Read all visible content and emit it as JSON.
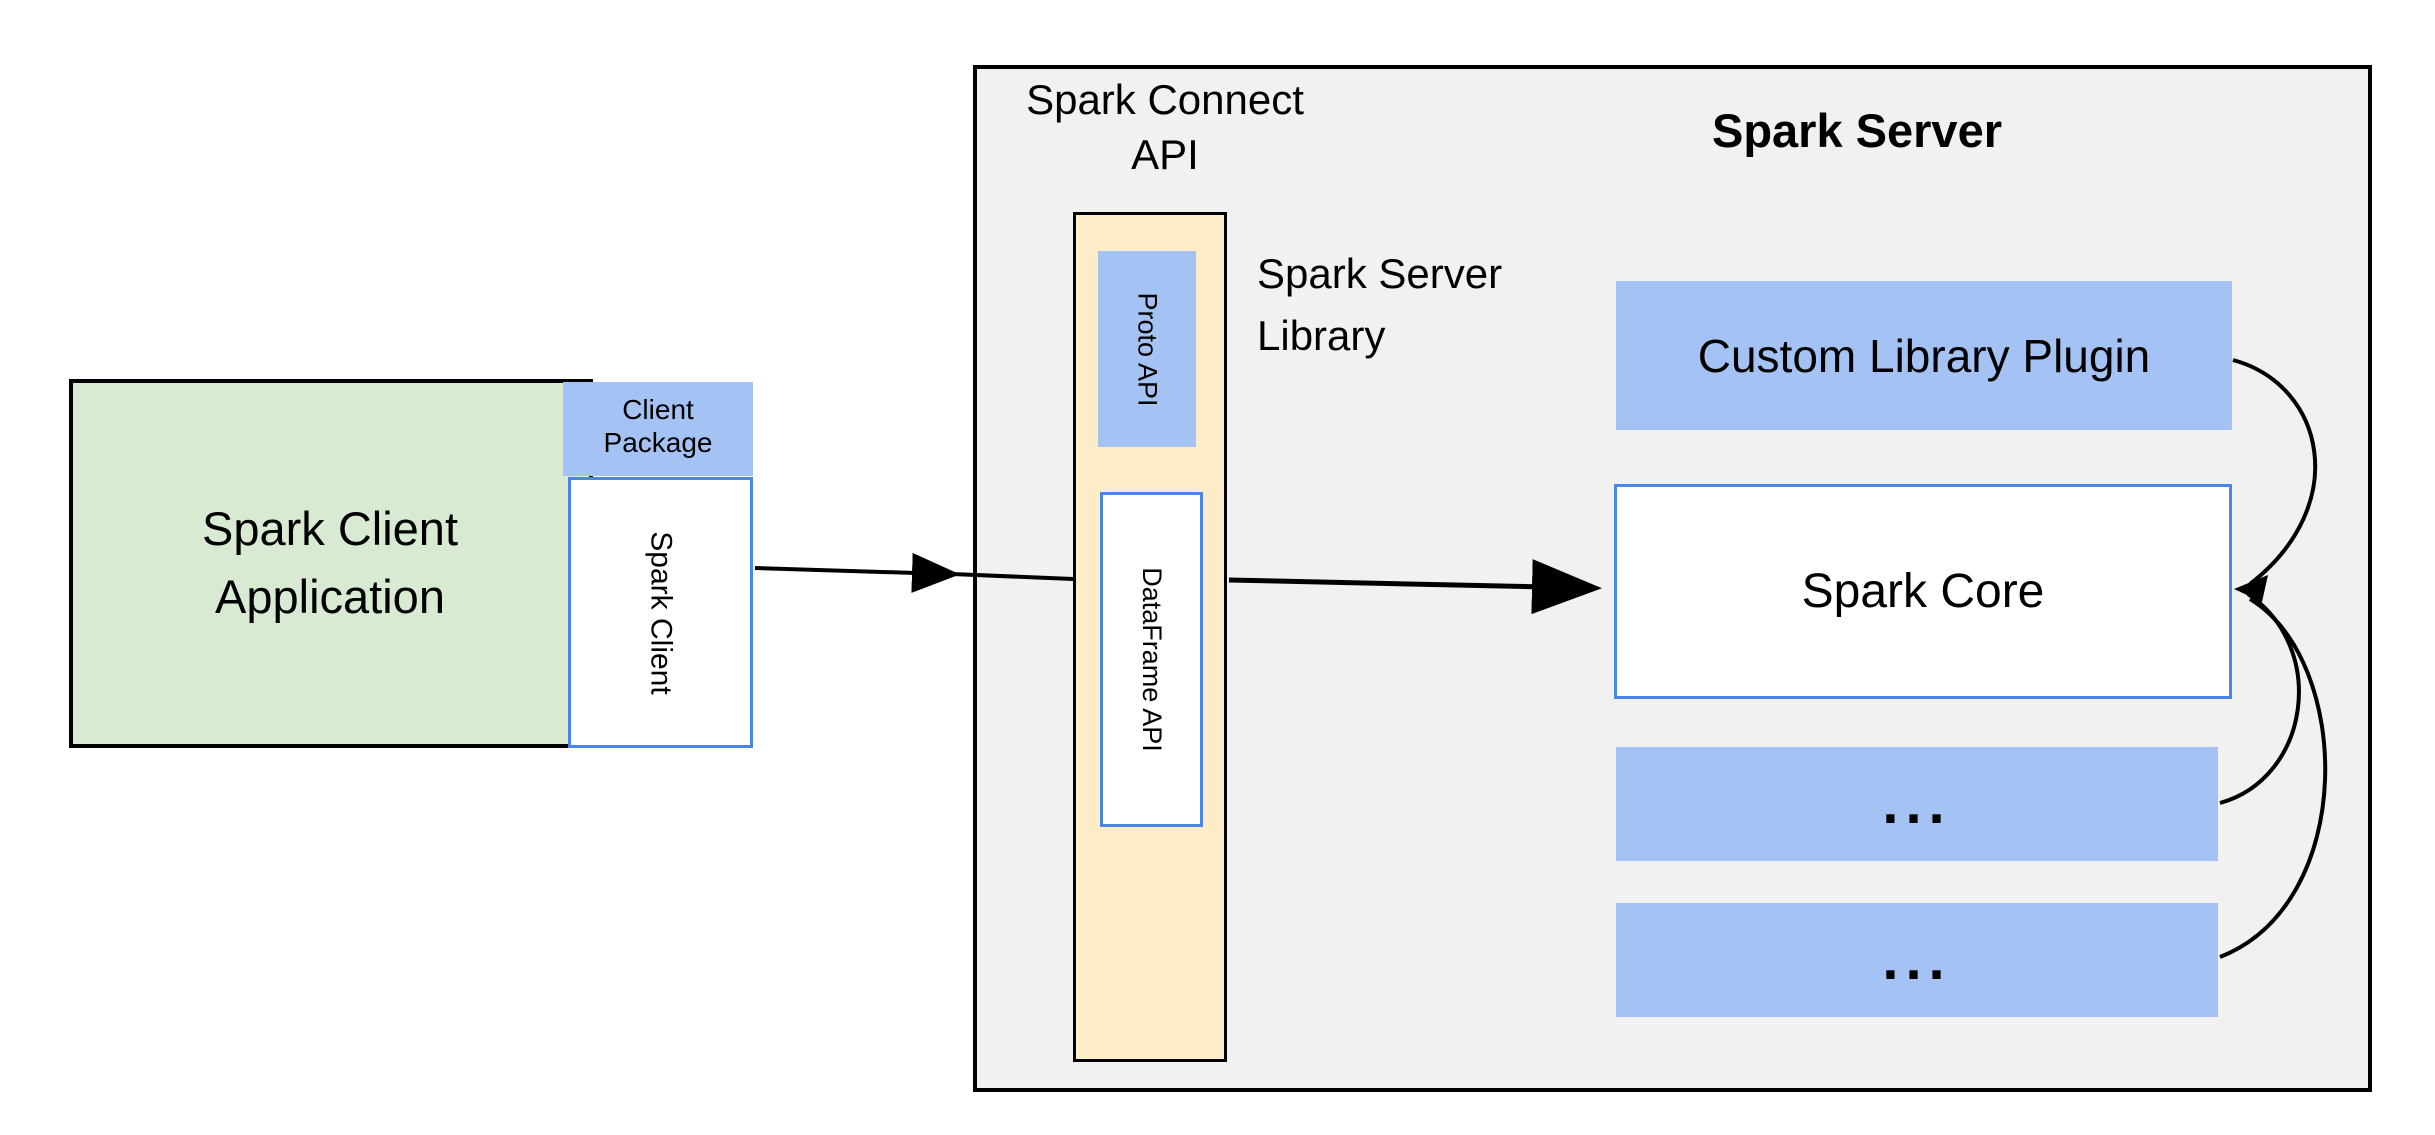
{
  "diagram": {
    "client": {
      "app_label": "Spark Client\nApplication",
      "package_label": "Client\nPackage",
      "spark_client_label": "Spark Client"
    },
    "connect_api": {
      "title": "Spark Connect\nAPI",
      "proto_label": "Proto API",
      "dataframe_label": "DataFrame API",
      "server_library_label": "Spark Server\nLibrary"
    },
    "server": {
      "title": "Spark Server",
      "plugin_label": "Custom Library Plugin",
      "core_label": "Spark Core",
      "ellipsis_row_1": "...",
      "ellipsis_row_2": "..."
    },
    "colors": {
      "client_app_fill": "#d9ead3",
      "blue_fill": "#a4c2f4",
      "api_column_fill": "#fdecc8",
      "server_region_fill": "#f1f1f2",
      "blue_border": "#4a86e8",
      "outline": "#000000",
      "arrow": "#000000"
    }
  }
}
